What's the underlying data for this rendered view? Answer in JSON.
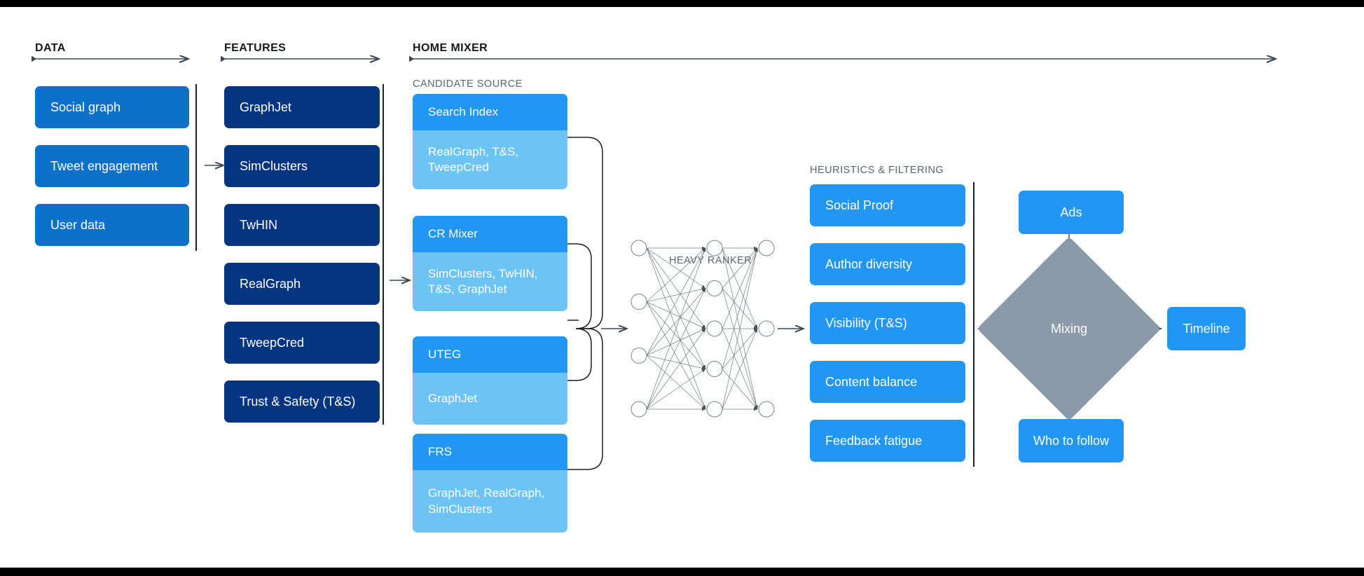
{
  "sections": {
    "data": {
      "title": "DATA"
    },
    "features": {
      "title": "FEATURES"
    },
    "home_mixer": {
      "title": "HOME MIXER"
    },
    "candidate_source": {
      "label": "CANDIDATE SOURCE"
    },
    "heavy_ranker": {
      "label": "HEAVY RANKER"
    },
    "heuristics": {
      "label": "HEURISTICS & FILTERING"
    }
  },
  "data_boxes": [
    {
      "label": "Social graph"
    },
    {
      "label": "Tweet engagement"
    },
    {
      "label": "User data"
    }
  ],
  "feature_boxes": [
    {
      "label": "GraphJet"
    },
    {
      "label": "SimClusters"
    },
    {
      "label": "TwHIN"
    },
    {
      "label": "RealGraph"
    },
    {
      "label": "TweepCred"
    },
    {
      "label": "Trust & Safety (T&S)"
    }
  ],
  "candidate_sources": [
    {
      "title": "Search Index",
      "features": "RealGraph, T&S,\nTweepCred"
    },
    {
      "title": "CR Mixer",
      "features": "SimClusters, TwHIN,\nT&S, GraphJet"
    },
    {
      "title": "UTEG",
      "features": "GraphJet"
    },
    {
      "title": "FRS",
      "features": "GraphJet, RealGraph,\nSimClusters"
    }
  ],
  "heuristic_boxes": [
    {
      "label": "Social Proof"
    },
    {
      "label": "Author diversity"
    },
    {
      "label": "Visibility (T&S)"
    },
    {
      "label": "Content balance"
    },
    {
      "label": "Feedback fatigue"
    }
  ],
  "output_stage": {
    "ads": "Ads",
    "mixing": "Mixing",
    "who_to_follow": "Who to follow",
    "timeline": "Timeline"
  },
  "neural_net": {
    "input_nodes": 4,
    "hidden_nodes": 5,
    "output_nodes": 3
  },
  "colors": {
    "data_blue": "#0d71c9",
    "feature_navy": "#04357e",
    "accent_blue": "#2196f3",
    "light_blue": "#6cc4f5",
    "diamond_grey": "#8a9aa9",
    "text_grey": "#5b6570",
    "background": "#ffffff",
    "frame_black": "#000000"
  }
}
